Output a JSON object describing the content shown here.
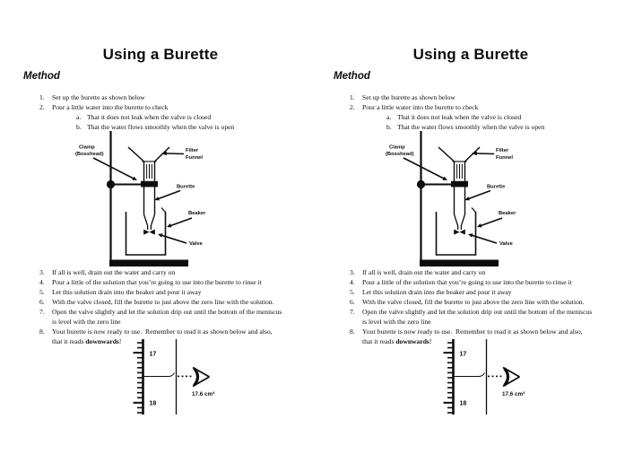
{
  "colors": {
    "ink": "#0d0d0d",
    "paper": "#ffffff"
  },
  "column": {
    "title": "Using a Burette",
    "section_heading": "Method",
    "steps": [
      {
        "num": "1.",
        "text": "Set up the burette as shown below"
      },
      {
        "num": "2.",
        "text": "Pour a little water into the burette to check"
      },
      {
        "num": "a.",
        "text": "That it does not leak when the valve is closed"
      },
      {
        "num": "b.",
        "text": "That the water flows smoothly when the valve is open"
      },
      {
        "num": "3.",
        "text": "If all is well, drain out the water and carry on"
      },
      {
        "num": "4.",
        "text": "Pour a little of the solution that you’re going to use into the burette to rinse it"
      },
      {
        "num": "5.",
        "text": "Let this solution drain into the beaker and pour it away"
      },
      {
        "num": "6.",
        "text": "With the valve closed, fill the burette to just above the zero line with the solution."
      },
      {
        "num": "7.",
        "text": "Open the valve slightly and let the solution drip out until the bottom of the meniscus"
      },
      {
        "num": "",
        "text": "is level with the zero line"
      },
      {
        "num": "8.",
        "text": "Your burette is now ready to use.  Remember to read it as shown below and also,"
      }
    ],
    "step8_line2": {
      "pre": "that it reads ",
      "bold": "downwards",
      "end": "!"
    },
    "apparatus": {
      "clamp1": "Clamp",
      "clamp2": "(Bosshead)",
      "funnel1": "Filter",
      "funnel2": "Funnel",
      "burette": "Burette",
      "beaker": "Beaker",
      "valve": "Valve"
    },
    "reading": {
      "upper": "17",
      "lower": "18",
      "value": "17.6 cm³"
    }
  }
}
